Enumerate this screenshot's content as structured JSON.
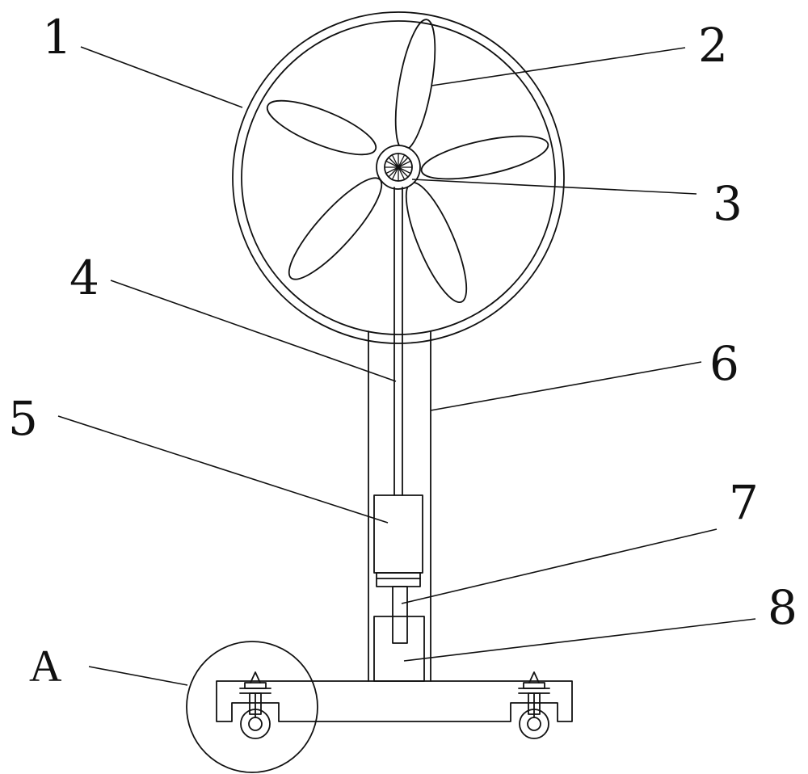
{
  "labels": {
    "l1": "1",
    "l2": "2",
    "l3": "3",
    "l4": "4",
    "l5": "5",
    "l6": "6",
    "l7": "7",
    "l8": "8",
    "lA": "A"
  },
  "colors": {
    "line": "#111111",
    "background": "#ffffff"
  },
  "components": {
    "fan_blade_count": 5
  }
}
